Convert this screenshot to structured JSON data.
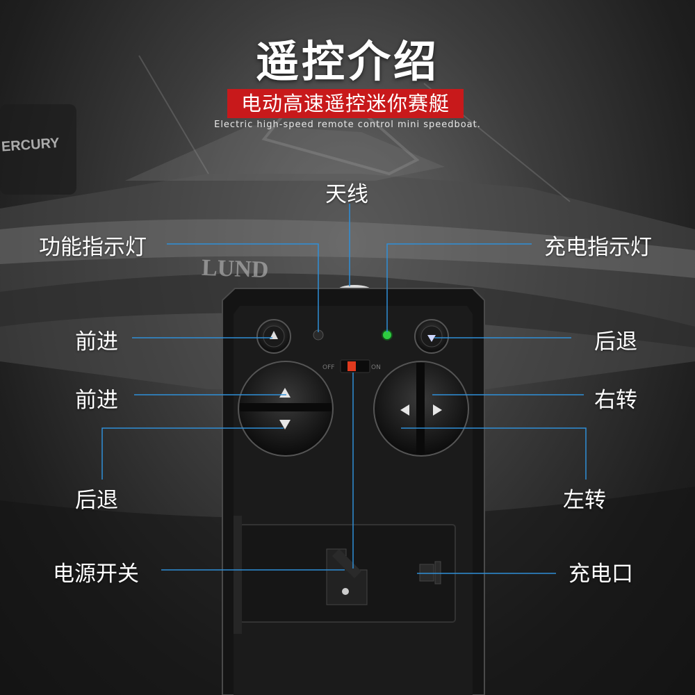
{
  "title": "遥控介绍",
  "banner": "电动高速遥控迷你赛艇",
  "subtitle": "Electric high-speed remote control mini speedboat.",
  "background_brands": [
    "ERCURY",
    "LUND"
  ],
  "switch_marks": {
    "off": "OFF",
    "on": "ON"
  },
  "labels": {
    "antenna": "天线",
    "function_indicator": "功能指示灯",
    "charge_indicator": "充电指示灯",
    "forward_top": "前进",
    "backward_top": "后退",
    "forward": "前进",
    "turn_right": "右转",
    "backward": "后退",
    "turn_left": "左转",
    "power_switch": "电源开关",
    "charge_port": "充电口"
  },
  "colors": {
    "accent": "#c8191b",
    "callout_line": "#2f8fd8",
    "led_green": "#2ecc40",
    "switch_red": "#e03a1e"
  }
}
